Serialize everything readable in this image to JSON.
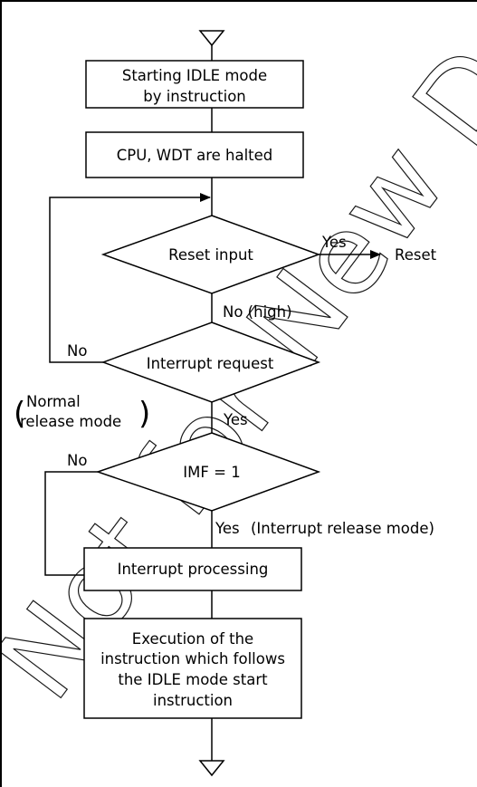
{
  "watermark": "Not for New Design",
  "flowchart": {
    "start_box": {
      "line1": "Starting IDLE mode",
      "line2": "by instruction"
    },
    "halt_box": "CPU, WDT are halted",
    "reset_decision": {
      "label": "Reset input",
      "yes": "Yes",
      "yes_target": "Reset",
      "no": "No (high)"
    },
    "interrupt_decision": {
      "label": "Interrupt request",
      "no": "No",
      "yes": "Yes"
    },
    "normal_release_note": {
      "line1": "Normal",
      "line2": "release mode"
    },
    "imf_decision": {
      "label": "IMF = 1",
      "no": "No",
      "yes": "Yes",
      "yes_note": "(Interrupt release mode)"
    },
    "interrupt_processing_box": "Interrupt processing",
    "execution_box": {
      "line1": "Execution of the",
      "line2": "instruction which follows",
      "line3": "the IDLE mode start",
      "line4": "instruction"
    }
  }
}
